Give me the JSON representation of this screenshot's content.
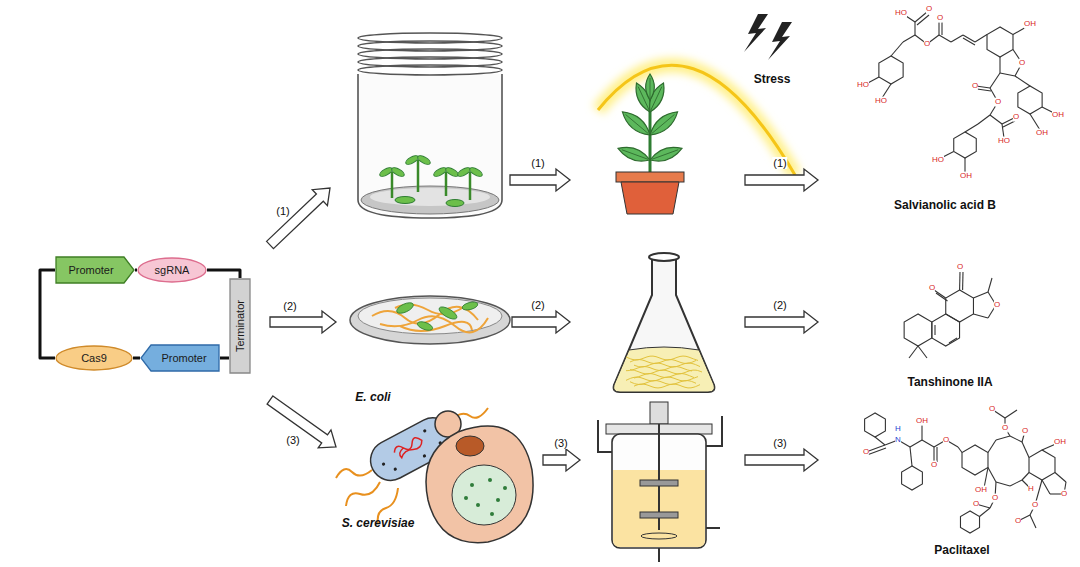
{
  "diagram": {
    "nodes": [
      {
        "text": [
          "Promoter"
        ]
      },
      {
        "text": [
          "sgRNA"
        ]
      },
      {
        "text": [
          "Terminator"
        ]
      },
      {
        "text": [
          "Cas9"
        ]
      },
      {
        "text": [
          "Promoter"
        ]
      }
    ],
    "edges": [
      {
        "from": 0,
        "to": 1,
        "arrow": "none"
      },
      {
        "from": 1,
        "to": 2,
        "arrow": "none"
      },
      {
        "from": 2,
        "to": 4,
        "arrow": "none"
      },
      {
        "from": 4,
        "to": 3,
        "arrow": "none"
      },
      {
        "from": 3,
        "to": 0,
        "arrow": "none"
      }
    ],
    "labels": [
      "(1)",
      "(2)",
      "(3)",
      "(1)",
      "(2)",
      "(3)",
      "(1)",
      "(2)",
      "(3)",
      "Stress",
      "E. coli",
      "S. cerevisiae",
      "Salvianolic acid B",
      "Tanshinone IIA",
      "Paclitaxel",
      "O",
      "O",
      "O",
      "HO",
      "O",
      "O",
      "O",
      "OH",
      "O",
      "HO",
      "HO",
      "O",
      "O",
      "O",
      "HO",
      "OH",
      "OH",
      "HO",
      "OH",
      "O",
      "H",
      "N",
      "OH",
      "O",
      "O",
      "O",
      "O",
      "O",
      "OH",
      "OH",
      "H",
      "O",
      "O",
      "O",
      "O",
      "O"
    ]
  }
}
